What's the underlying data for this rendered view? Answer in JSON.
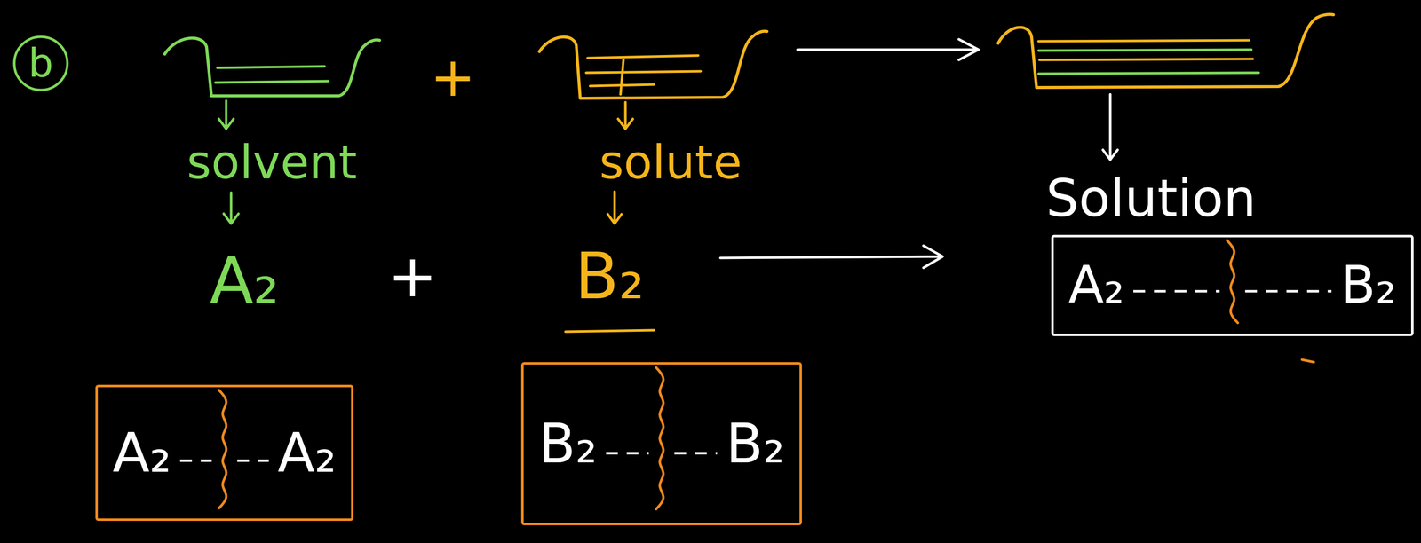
{
  "diagram": {
    "nodes": [
      {
        "text": [
          "A₂",
          "A₂"
        ]
      },
      {
        "text": [
          "B₂",
          "B₂"
        ]
      },
      {
        "text": [
          "A₂",
          "B₂"
        ]
      }
    ],
    "labels": [
      "b",
      "+",
      "solvent",
      "solute",
      "Solution",
      "A₂",
      "+",
      "B₂"
    ]
  }
}
